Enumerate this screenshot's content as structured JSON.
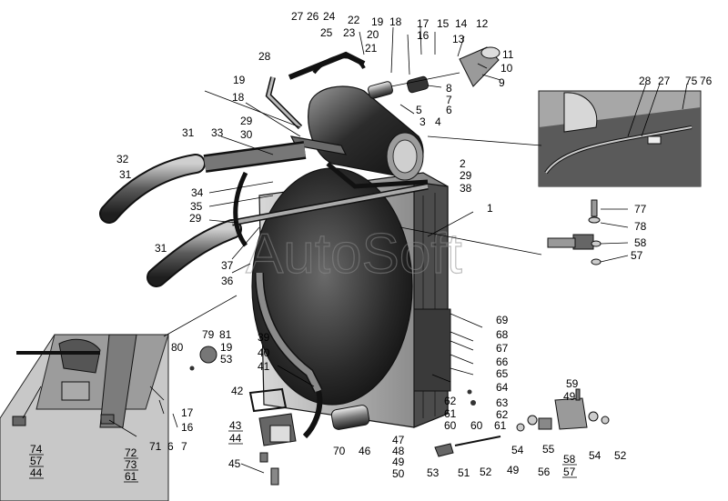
{
  "watermark": "AutoSoft",
  "callouts": [
    {
      "id": "c27a",
      "text": "27"
    },
    {
      "id": "c26",
      "text": "26"
    },
    {
      "id": "c24",
      "text": "24"
    },
    {
      "id": "c22",
      "text": "22"
    },
    {
      "id": "c19a",
      "text": "19"
    },
    {
      "id": "c18a",
      "text": "18"
    },
    {
      "id": "c17a",
      "text": "17"
    },
    {
      "id": "c15",
      "text": "15"
    },
    {
      "id": "c14",
      "text": "14"
    },
    {
      "id": "c12",
      "text": "12"
    },
    {
      "id": "c25",
      "text": "25"
    },
    {
      "id": "c23",
      "text": "23"
    },
    {
      "id": "c20",
      "text": "20"
    },
    {
      "id": "c16a",
      "text": "16"
    },
    {
      "id": "c13",
      "text": "13"
    },
    {
      "id": "c11",
      "text": "11"
    },
    {
      "id": "c21",
      "text": "21"
    },
    {
      "id": "c10",
      "text": "10"
    },
    {
      "id": "c28a",
      "text": "28"
    },
    {
      "id": "c9",
      "text": "9"
    },
    {
      "id": "c8",
      "text": "8"
    },
    {
      "id": "c7",
      "text": "7"
    },
    {
      "id": "c6",
      "text": "6"
    },
    {
      "id": "c5",
      "text": "5"
    },
    {
      "id": "c4",
      "text": "4"
    },
    {
      "id": "c3",
      "text": "3"
    },
    {
      "id": "c19b",
      "text": "19"
    },
    {
      "id": "c18b",
      "text": "18"
    },
    {
      "id": "c29a",
      "text": "29"
    },
    {
      "id": "c30",
      "text": "30"
    },
    {
      "id": "c31a",
      "text": "31"
    },
    {
      "id": "c33",
      "text": "33"
    },
    {
      "id": "c32",
      "text": "32"
    },
    {
      "id": "c31b",
      "text": "31"
    },
    {
      "id": "c2",
      "text": "2"
    },
    {
      "id": "c29b",
      "text": "29"
    },
    {
      "id": "c38",
      "text": "38"
    },
    {
      "id": "c34",
      "text": "34"
    },
    {
      "id": "c35",
      "text": "35"
    },
    {
      "id": "c29c",
      "text": "29"
    },
    {
      "id": "c1",
      "text": "1"
    },
    {
      "id": "c31c",
      "text": "31"
    },
    {
      "id": "c37",
      "text": "37"
    },
    {
      "id": "c36",
      "text": "36"
    },
    {
      "id": "c28b",
      "text": "28"
    },
    {
      "id": "c27b",
      "text": "27"
    },
    {
      "id": "c75",
      "text": "75"
    },
    {
      "id": "c76",
      "text": "76"
    },
    {
      "id": "c77",
      "text": "77"
    },
    {
      "id": "c78",
      "text": "78"
    },
    {
      "id": "c58a",
      "text": "58"
    },
    {
      "id": "c57a",
      "text": "57"
    },
    {
      "id": "c69",
      "text": "69"
    },
    {
      "id": "c68",
      "text": "68"
    },
    {
      "id": "c67",
      "text": "67"
    },
    {
      "id": "c66",
      "text": "66"
    },
    {
      "id": "c65",
      "text": "65"
    },
    {
      "id": "c64",
      "text": "64"
    },
    {
      "id": "c63",
      "text": "63"
    },
    {
      "id": "c62a",
      "text": "62"
    },
    {
      "id": "c61a",
      "text": "61"
    },
    {
      "id": "c60a",
      "text": "60"
    },
    {
      "id": "c62b",
      "text": "62"
    },
    {
      "id": "c61b",
      "text": "61"
    },
    {
      "id": "c60b",
      "text": "60"
    },
    {
      "id": "c39",
      "text": "39"
    },
    {
      "id": "c40",
      "text": "40"
    },
    {
      "id": "c41",
      "text": "41"
    },
    {
      "id": "c79",
      "text": "79"
    },
    {
      "id": "c81",
      "text": "81"
    },
    {
      "id": "c19c",
      "text": "19"
    },
    {
      "id": "c53a",
      "text": "53"
    },
    {
      "id": "c80",
      "text": "80"
    },
    {
      "id": "c42",
      "text": "42"
    },
    {
      "id": "c17b",
      "text": "17"
    },
    {
      "id": "c16b",
      "text": "16"
    },
    {
      "id": "c43",
      "text": "43"
    },
    {
      "id": "c44a",
      "text": "44"
    },
    {
      "id": "c46",
      "text": "46"
    },
    {
      "id": "c70",
      "text": "70"
    },
    {
      "id": "c47",
      "text": "47"
    },
    {
      "id": "c48",
      "text": "48"
    },
    {
      "id": "c49a",
      "text": "49"
    },
    {
      "id": "c50",
      "text": "50"
    },
    {
      "id": "c53b",
      "text": "53"
    },
    {
      "id": "c51",
      "text": "51"
    },
    {
      "id": "c52a",
      "text": "52"
    },
    {
      "id": "c49b",
      "text": "49"
    },
    {
      "id": "c54a",
      "text": "54"
    },
    {
      "id": "c55",
      "text": "55"
    },
    {
      "id": "c56",
      "text": "56"
    },
    {
      "id": "c59",
      "text": "59"
    },
    {
      "id": "c49c",
      "text": "49"
    },
    {
      "id": "c54b",
      "text": "54"
    },
    {
      "id": "c52b",
      "text": "52"
    },
    {
      "id": "c58b",
      "text": "58"
    },
    {
      "id": "c57b",
      "text": "57"
    },
    {
      "id": "c45",
      "text": "45"
    },
    {
      "id": "c71",
      "text": "71"
    },
    {
      "id": "c6b",
      "text": "6"
    },
    {
      "id": "c7b",
      "text": "7"
    },
    {
      "id": "c74",
      "text": "74"
    },
    {
      "id": "c57c",
      "text": "57"
    },
    {
      "id": "c44b",
      "text": "44"
    },
    {
      "id": "c72",
      "text": "72"
    },
    {
      "id": "c73",
      "text": "73"
    },
    {
      "id": "c61c",
      "text": "61"
    }
  ]
}
